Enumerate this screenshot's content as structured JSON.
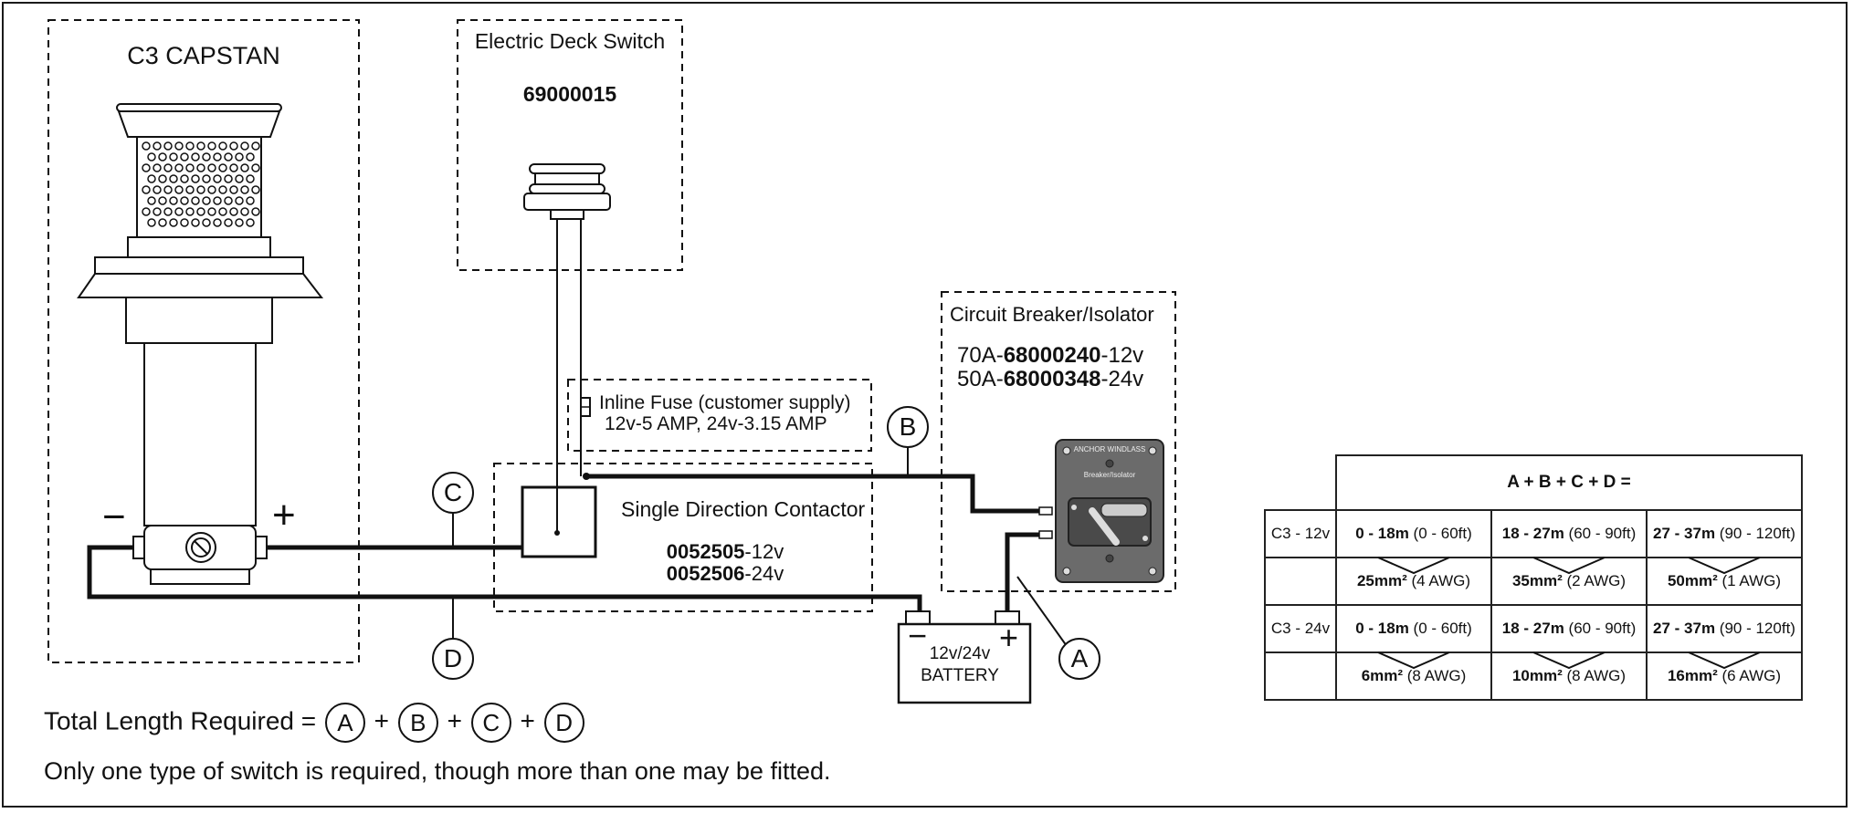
{
  "capstan": {
    "title": "C3 CAPSTAN",
    "minus": "−",
    "plus": "+"
  },
  "deck_switch": {
    "title": "Electric Deck Switch",
    "part": "69000015"
  },
  "fuse": {
    "line1": "Inline Fuse (customer supply)",
    "line2": "12v-5 AMP, 24v-3.15 AMP"
  },
  "contactor": {
    "title": "Single Direction Contactor",
    "part12_num": "0052505",
    "part12_suffix": "-12v",
    "part24_num": "0052506",
    "part24_suffix": "-24v"
  },
  "breaker": {
    "title": "Circuit Breaker/Isolator",
    "line1_prefix": "70A-",
    "line1_num": "68000240",
    "line1_suffix": "-12v",
    "line2_prefix": "50A-",
    "line2_num": "68000348",
    "line2_suffix": "-24v",
    "panel_text1": "ANCHOR WINDLASS",
    "panel_text2": "Breaker/Isolator"
  },
  "battery": {
    "line1": "12v/24v",
    "line2": "BATTERY",
    "minus": "−",
    "plus": "+"
  },
  "cable_labels": {
    "a": "A",
    "b": "B",
    "c": "C",
    "d": "D"
  },
  "footer": {
    "total_prefix": "Total Length Required =",
    "plus_sign": "+",
    "note": "Only one type of switch is required, though more than one may be fitted."
  },
  "table": {
    "header": "A + B + C + D =",
    "rows": [
      {
        "label": "C3 - 12v",
        "ranges": [
          {
            "bold": "0 - 18m",
            "rest": " (0 - 60ft)"
          },
          {
            "bold": "18 - 27m",
            "rest": " (60 - 90ft)"
          },
          {
            "bold": "27 - 37m",
            "rest": " (90 - 120ft)"
          }
        ],
        "sizes": [
          {
            "bold": "25mm²",
            "rest": " (4 AWG)"
          },
          {
            "bold": "35mm²",
            "rest": " (2 AWG)"
          },
          {
            "bold": "50mm²",
            "rest": " (1 AWG)"
          }
        ]
      },
      {
        "label": "C3 - 24v",
        "ranges": [
          {
            "bold": "0 - 18m",
            "rest": " (0 - 60ft)"
          },
          {
            "bold": "18 - 27m",
            "rest": " (60 - 90ft)"
          },
          {
            "bold": "27 - 37m",
            "rest": " (90 - 120ft)"
          }
        ],
        "sizes": [
          {
            "bold": "6mm²",
            "rest": " (8 AWG)"
          },
          {
            "bold": "10mm²",
            "rest": " (8 AWG)"
          },
          {
            "bold": "16mm²",
            "rest": " (6 AWG)"
          }
        ]
      }
    ]
  }
}
